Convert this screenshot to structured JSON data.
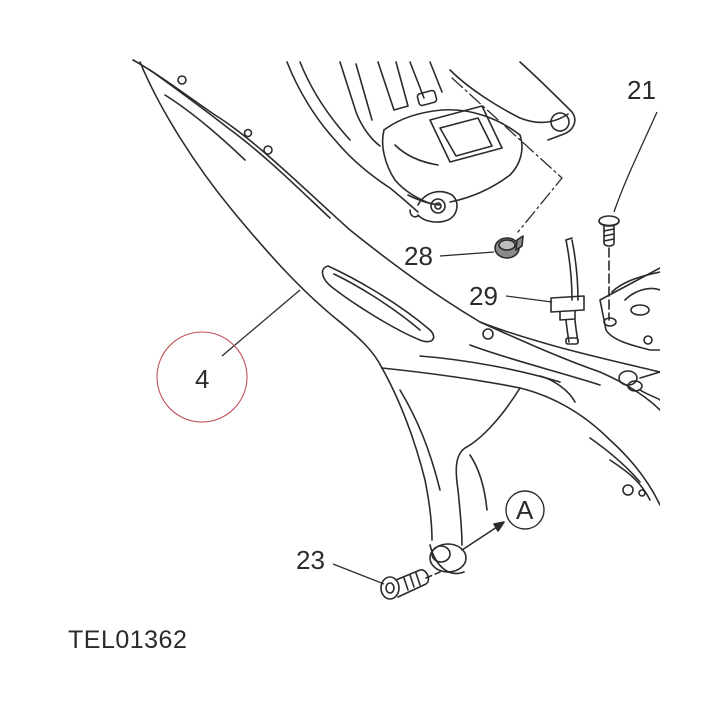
{
  "diagram": {
    "reference_code": "TEL01362",
    "callouts": {
      "part_4": "4",
      "part_21": "21",
      "part_23": "23",
      "part_28": "28",
      "part_29": "29",
      "view_a": "A"
    },
    "colors": {
      "ink": "#2b2b2b",
      "highlight_circle": "#c0505a",
      "rubber_part": "#8a8a8a"
    }
  }
}
